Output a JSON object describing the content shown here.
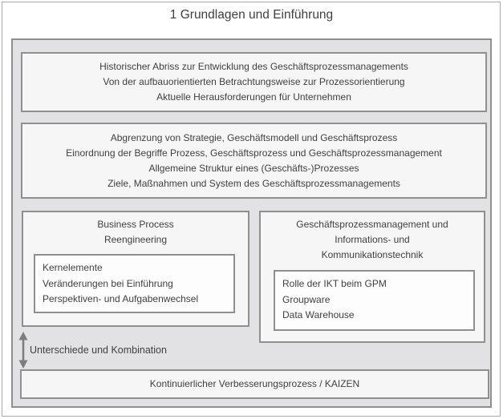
{
  "page": {
    "title": "1 Grundlagen und Einführung"
  },
  "history_box": {
    "lines": [
      "Historischer Abriss zur Entwicklung des Geschäftsprozessmanagements",
      "Von der aufbauorientierten Betrachtungsweise zur Prozessorientierung",
      "Aktuelle Herausforderungen für Unternehmen"
    ]
  },
  "scope_box": {
    "lines": [
      "Abgrenzung von Strategie, Geschäftsmodell und Geschäftsprozess",
      "Einordnung der Begriffe Prozess, Geschäftsprozess und Geschäftsprozessmanagement",
      "Allgemeine Struktur eines (Geschäfts-)Prozesses",
      "Ziele, Maßnahmen und System des Geschäftsprozessmanagements"
    ]
  },
  "bpr_box": {
    "title_lines": [
      "Business Process",
      "Reengineering"
    ],
    "items": [
      "Kernelemente",
      "Veränderungen bei Einführung",
      "Perspektiven- und Aufgabenwechsel"
    ]
  },
  "ikt_box": {
    "title_lines": [
      "Geschäftsprozessmanagement und",
      "Informations- und",
      "Kommunikationstechnik"
    ],
    "items": [
      "Rolle der IKT beim GPM",
      "Groupware",
      "Data Warehouse"
    ]
  },
  "connector": {
    "label": "Unterschiede und Kombination",
    "icon": "vertical-double-arrow"
  },
  "kaizen_box": {
    "label": "Kontinuierlicher Verbesserungsprozess / KAIZEN"
  },
  "colors": {
    "container_fill": "#e2e2e4",
    "box_fill": "#f6f6f6",
    "inner_box_fill": "#fdfdfd",
    "border": "#8f8f8f",
    "text": "#3f3f3f",
    "arrow": "#7d7d7d",
    "frame": "#a9a9a9"
  }
}
